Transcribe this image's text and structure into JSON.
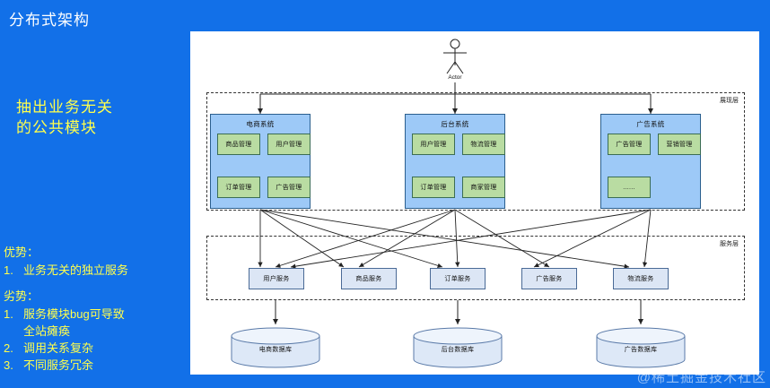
{
  "slide": {
    "title": "分布式架构",
    "headline_line1": "抽出业务无关",
    "headline_line2": "的公共模块",
    "advantages_header": "优势：",
    "advantages": [
      {
        "num": "1.",
        "text": "业务无关的独立服务"
      }
    ],
    "disadvantages_header": "劣势：",
    "disadvantages": [
      {
        "num": "1.",
        "text": "服务模块bug可导致"
      },
      {
        "num": "",
        "text": "全站瘫痪"
      },
      {
        "num": "2.",
        "text": "调用关系复杂"
      },
      {
        "num": "3.",
        "text": "不同服务冗余"
      }
    ],
    "watermark": "@稀土掘金技术社区",
    "colors": {
      "background": "#1270e8",
      "title_text": "#ffffff",
      "body_text": "#ffff4d",
      "panel": "#ffffff",
      "system_box": "#9dc9f7",
      "module_box": "#b9dca2",
      "service_box": "#dce6f5",
      "database": "#dde8f7"
    }
  },
  "diagram": {
    "actor": {
      "label": "Actor"
    },
    "presentation_layer": {
      "label": "展现层",
      "systems": [
        {
          "name": "电商系统",
          "modules": [
            "商品管理",
            "用户管理",
            "订单管理",
            "广告管理"
          ]
        },
        {
          "name": "后台系统",
          "modules": [
            "用户管理",
            "物流管理",
            "订单管理",
            "商家管理"
          ]
        },
        {
          "name": "广告系统",
          "modules": [
            "广告管理",
            "营销管理",
            "......"
          ]
        }
      ]
    },
    "service_layer": {
      "label": "服务层",
      "services": [
        "用户服务",
        "商品服务",
        "订单服务",
        "广告服务",
        "物流服务"
      ]
    },
    "databases": [
      "电商数据库",
      "后台数据库",
      "广告数据库"
    ]
  }
}
